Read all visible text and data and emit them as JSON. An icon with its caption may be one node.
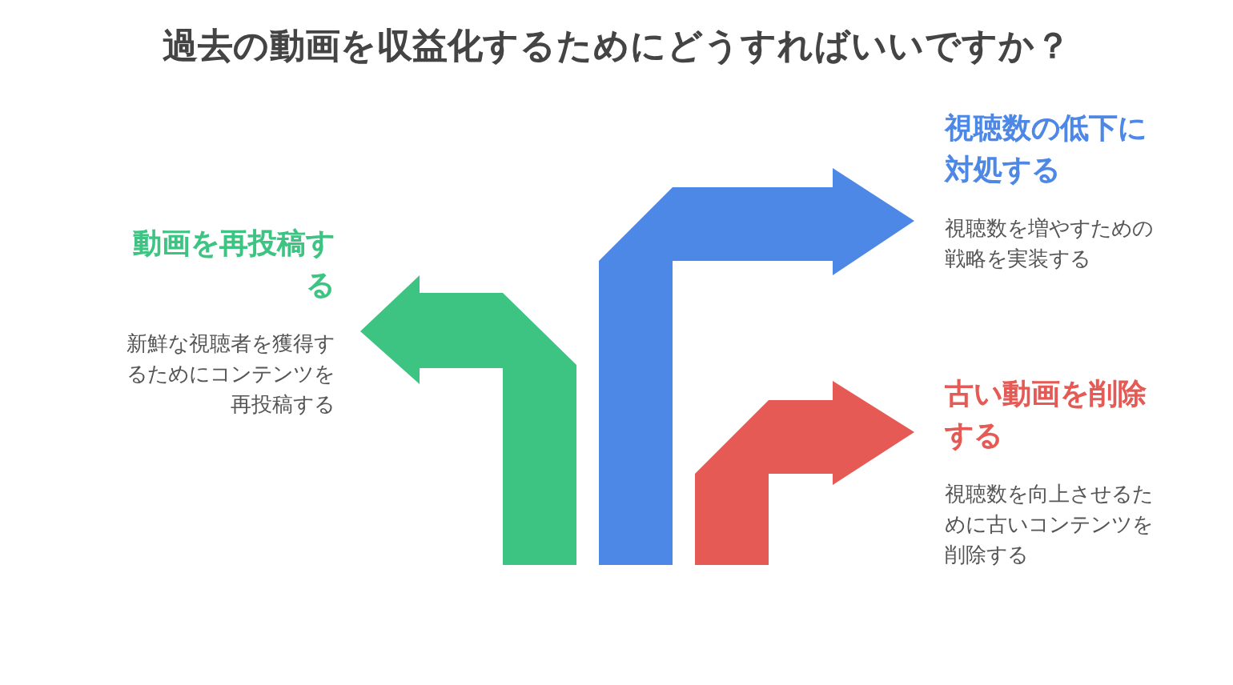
{
  "diagram": {
    "title": "過去の動画を収益化するためにどうすればいいですか？",
    "nodes": [
      {
        "text": [
          "動画を再投稿する",
          "新鮮な視聴者を獲得するためにコンテンツを再投稿する"
        ]
      },
      {
        "text": [
          "視聴数の低下に対処する",
          "視聴数を増やすための戦略を実装する"
        ]
      },
      {
        "text": [
          "古い動画を削除する",
          "視聴数を向上させるために古いコンテンツを削除する"
        ]
      }
    ],
    "edges": [
      {
        "from": null,
        "to": 0,
        "arrow": "to",
        "style": "thick",
        "color": "#3ec482"
      },
      {
        "from": null,
        "to": 1,
        "arrow": "to",
        "style": "thick",
        "color": "#4d88e6"
      },
      {
        "from": null,
        "to": 2,
        "arrow": "to",
        "style": "thick",
        "color": "#e55a54"
      }
    ]
  }
}
